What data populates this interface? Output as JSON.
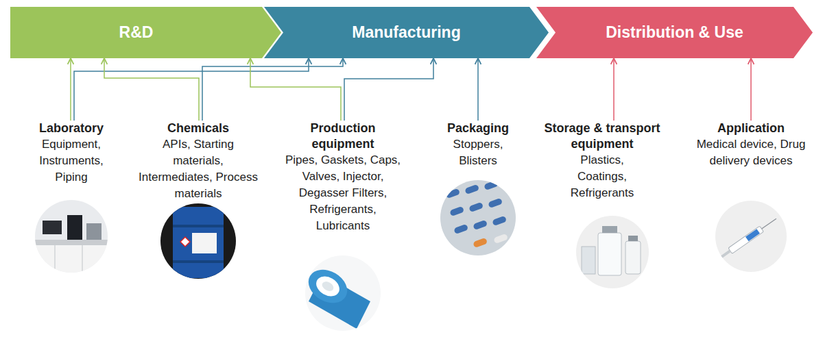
{
  "diagram": {
    "nodes": [
      {
        "text": [
          "R&D"
        ]
      },
      {
        "text": [
          "Manufacturing"
        ]
      },
      {
        "text": [
          "Distribution & Use"
        ]
      },
      {
        "text": [
          "Laboratory",
          "Equipment, Instruments, Piping"
        ]
      },
      {
        "text": [
          "Chemicals",
          "APIs, Starting materials, Intermediates, Process materials"
        ]
      },
      {
        "text": [
          "Production equipment",
          "Pipes, Gaskets, Caps, Valves, Injector, Degasser Filters, Refrigerants, Lubricants"
        ]
      },
      {
        "text": [
          "Packaging",
          "Stoppers, Blisters"
        ]
      },
      {
        "text": [
          "Storage & transport equipment",
          "Plastics, Coatings, Refrigerants"
        ]
      },
      {
        "text": [
          "Application",
          "Medical device, Drug delivery devices"
        ]
      }
    ],
    "edges": [
      {
        "from": 3,
        "to": 0,
        "arrow": "to"
      },
      {
        "from": 3,
        "to": 1,
        "arrow": "to"
      },
      {
        "from": 4,
        "to": 0,
        "arrow": "to"
      },
      {
        "from": 4,
        "to": 1,
        "arrow": "to"
      },
      {
        "from": 5,
        "to": 0,
        "arrow": "to"
      },
      {
        "from": 5,
        "to": 1,
        "arrow": "to"
      },
      {
        "from": 6,
        "to": 1,
        "arrow": "to"
      },
      {
        "from": 7,
        "to": 2,
        "arrow": "to"
      },
      {
        "from": 8,
        "to": 2,
        "arrow": "to"
      }
    ]
  }
}
